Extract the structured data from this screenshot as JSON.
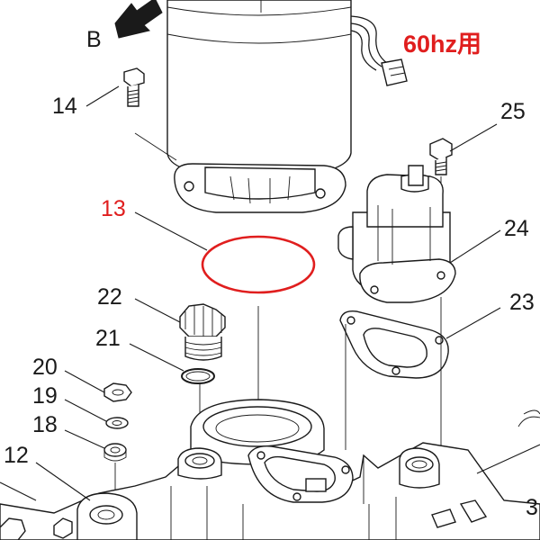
{
  "note": {
    "text": "60hz用",
    "color": "#e01e1e"
  },
  "view_marker": "B",
  "highlight_color": "#e01e1e",
  "callouts": {
    "c14": "14",
    "c25": "25",
    "c13": "13",
    "c24": "24",
    "c22": "22",
    "c23": "23",
    "c21": "21",
    "c20": "20",
    "c19": "19",
    "c18": "18",
    "c12": "12",
    "c3": "3"
  }
}
